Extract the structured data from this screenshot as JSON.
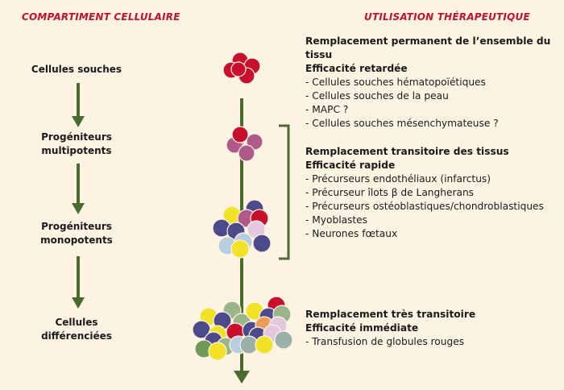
{
  "header": {
    "left": "COMPARTIMENT CELLULAIRE",
    "right": "UTILISATION THÉRAPEUTIQUE"
  },
  "stages": [
    {
      "line1": "Cellules souches",
      "line2": ""
    },
    {
      "line1": "Progéniteurs",
      "line2": "multipotents"
    },
    {
      "line1": "Progéniteurs",
      "line2": "monopotents"
    },
    {
      "line1": "Cellules",
      "line2": "différenciées"
    }
  ],
  "blocks": [
    {
      "title": "Remplacement permanent de l’ensemble du tissu",
      "subtitle": "Efficacité retardée",
      "items": [
        "- Cellules souches hématopoïétiques",
        "- Cellules souches de la peau",
        "- MAPC ?",
        "- Cellules souches mésenchymateuse ?"
      ]
    },
    {
      "title": "Remplacement transitoire des tissus",
      "subtitle": "Efficacité rapide",
      "items": [
        "- Précurseurs endothéliaux (infarctus)",
        "- Précurseur îlots β de Langherans",
        "- Précurseurs ostéoblastiques/chondroblastiques",
        "- Myoblastes",
        "- Neurones fœtaux"
      ]
    },
    {
      "title": "Remplacement très transitoire",
      "subtitle": "Efficacité immédiate",
      "items": [
        "- Transfusion de globules rouges"
      ]
    }
  ],
  "colors": {
    "header": "#c8102e",
    "arrow": "#4a6b2e",
    "background": "#fdf3e3",
    "cell_red": "#c8102e",
    "cell_pink": "#b05a8a",
    "cell_navy": "#4d4a8c",
    "cell_yellow": "#f2e227",
    "cell_lightblue": "#b9cde0",
    "cell_sage": "#9bb58a",
    "cell_green": "#6e9a55",
    "cell_orange": "#f09a55",
    "cell_lilac": "#e4c8e0",
    "cell_grey": "#9ab0a8"
  }
}
